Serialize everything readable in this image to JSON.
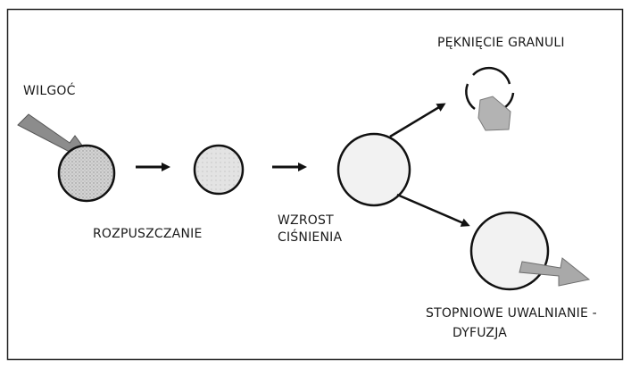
{
  "labels": {
    "moisture": "WILGOĆ",
    "dissolving": "ROZPUSZCZANIE",
    "pressure_line1": "WZROST",
    "pressure_line2": "CIŚNIENIA",
    "rupture": "PĘKNIĘCIE GRANULI",
    "release_line1": "STOPNIOWE UWALNIANIE -",
    "release_line2": "DYFUZJA"
  },
  "colors": {
    "frame": "#222222",
    "stroke": "#111111",
    "granule_dense": "#c9c9c9",
    "granule_light": "#e2e2e2",
    "granule_empty": "#f2f2f2",
    "inflow_arrow": "#8c8c8c",
    "outflow_arrow": "#a9a9a9",
    "fragment": "#b3b3b3"
  }
}
